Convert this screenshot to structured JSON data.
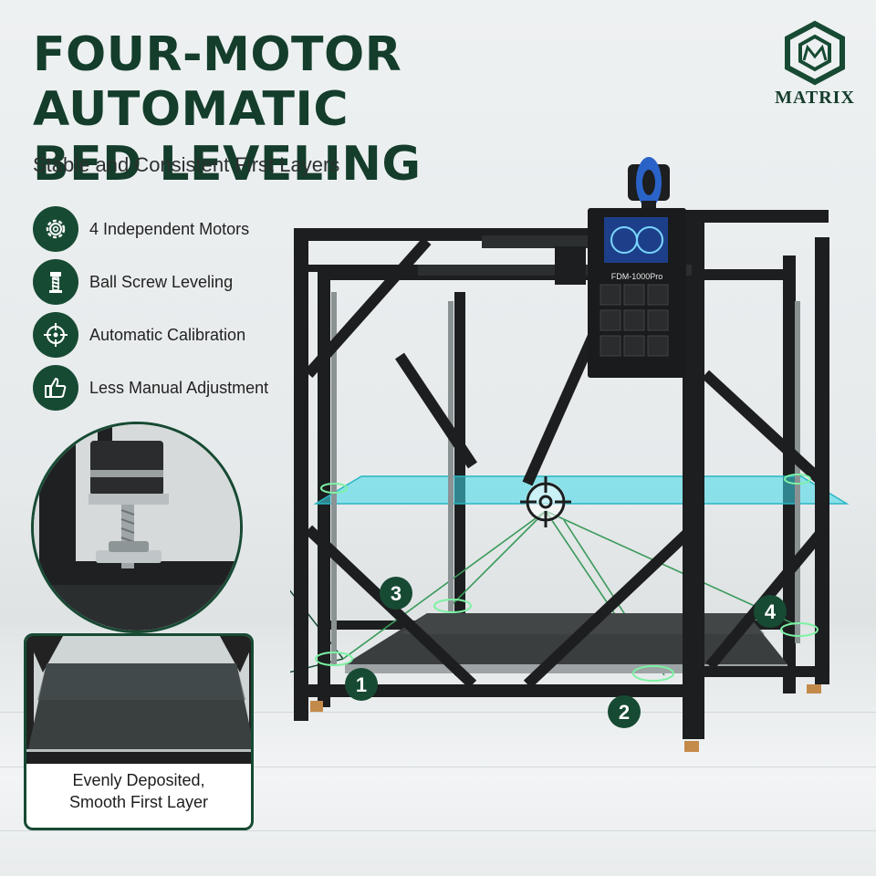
{
  "headline": {
    "line1": "FOUR-MOTOR AUTOMATIC",
    "line2": "BED LEVELING"
  },
  "subtitle": "Stable and Consistent First Layers",
  "brand": {
    "name": "MATRIX"
  },
  "features": [
    {
      "icon": "gear-icon",
      "label": "4 Independent Motors"
    },
    {
      "icon": "ball-screw-icon",
      "label": "Ball Screw Leveling"
    },
    {
      "icon": "crosshair-icon",
      "label": "Automatic Calibration"
    },
    {
      "icon": "thumbs-up-icon",
      "label": "Less Manual Adjustment"
    }
  ],
  "detail": {
    "caption_line1": "Evenly Deposited,",
    "caption_line2": "Smooth First Layer"
  },
  "printer": {
    "screen_label": "FDM-1000Pro",
    "markers": [
      "1",
      "2",
      "3",
      "4"
    ]
  },
  "colors": {
    "brand_green": "#174a33",
    "headline_green": "#143d2b",
    "glow_green": "#7cf2a4",
    "bed_cyan": "#3fd9e8",
    "frame_black": "#1c1e1f"
  }
}
